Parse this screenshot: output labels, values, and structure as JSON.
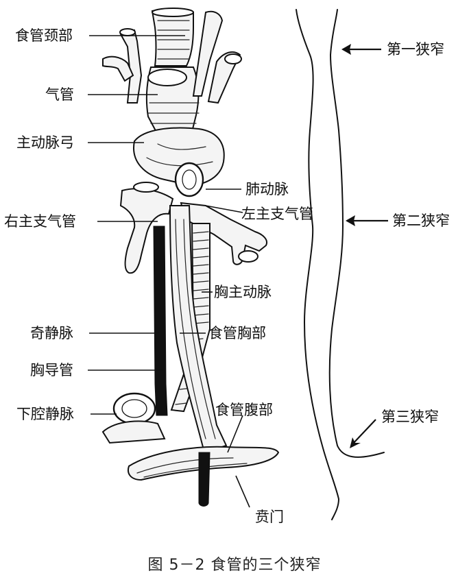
{
  "figure": {
    "caption": "图 5－2   食管的三个狭窄"
  },
  "labels": {
    "esophagus_cervical": "食管颈部",
    "trachea": "气管",
    "aortic_arch": "主动脉弓",
    "pulmonary_artery": "肺动脉",
    "left_main_bronchus": "左主支气管",
    "right_main_bronchus": "右主支气管",
    "thoracic_aorta": "胸主动脉",
    "esophagus_thoracic": "食管胸部",
    "azygos_vein": "奇静脉",
    "thoracic_duct": "胸导管",
    "esophagus_abdominal": "食管腹部",
    "inferior_vena_cava": "下腔静脉",
    "cardia": "贲门"
  },
  "constrictions": {
    "first": "第一狭窄",
    "second": "第二狭窄",
    "third": "第三狭窄"
  }
}
